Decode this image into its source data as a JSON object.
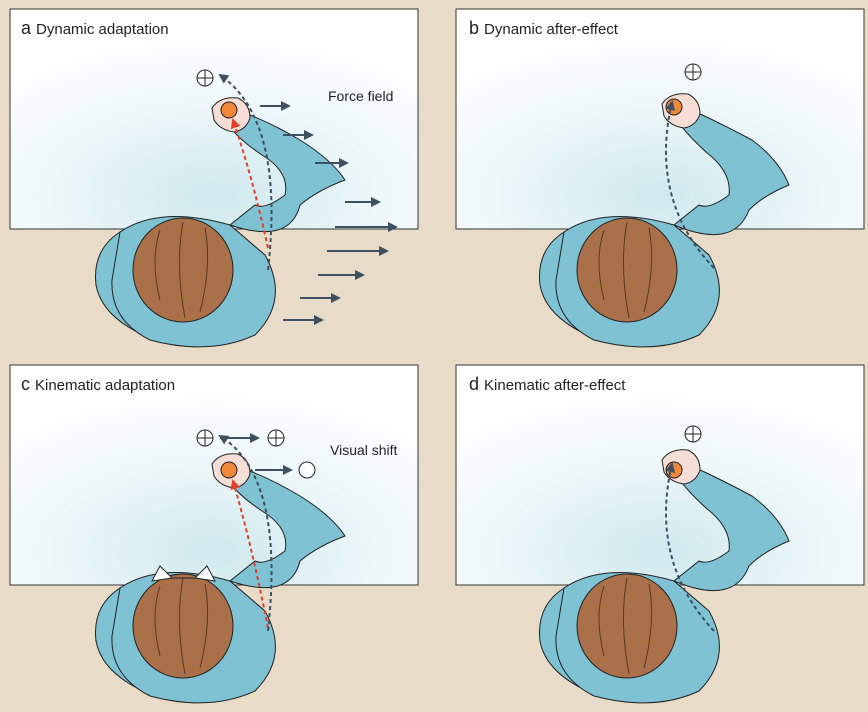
{
  "panels": [
    {
      "id": "a",
      "letter": "a",
      "title": "Dynamic adaptation",
      "annotation": "Force field"
    },
    {
      "id": "b",
      "letter": "b",
      "title": "Dynamic after-effect"
    },
    {
      "id": "c",
      "letter": "c",
      "title": "Kinematic adaptation",
      "annotation": "Visual shift"
    },
    {
      "id": "d",
      "letter": "d",
      "title": "Kinematic after-effect"
    }
  ],
  "colors": {
    "background": "#e8dcc8",
    "table": "#ffffff",
    "table_glow": "#d9eef2",
    "arm": "#7ec2d3",
    "hair": "#a9704a",
    "skin": "#f6ddd6",
    "ball": "#f0883a",
    "arrow": "#3e5160",
    "red_path": "#e0402c"
  }
}
